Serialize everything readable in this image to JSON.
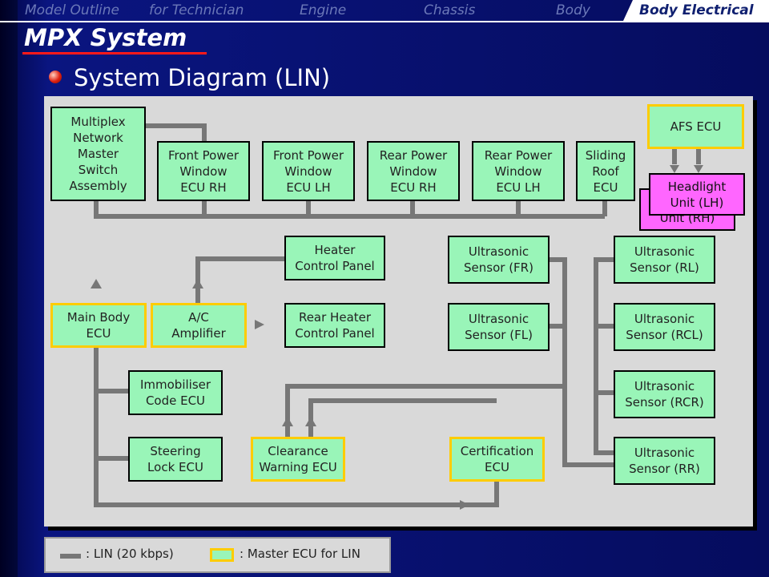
{
  "nav": {
    "items": [
      "Model Outline",
      "for Technician",
      "Engine",
      "Chassis",
      "Body"
    ],
    "active": "Body Electrical"
  },
  "page": {
    "title": "MPX System",
    "subtitle": "System Diagram (LIN)"
  },
  "diagram": {
    "boxes": {
      "multiplex": "Multiplex\nNetwork\nMaster\nSwitch\nAssembly",
      "fpw_rh": "Front Power\nWindow\nECU RH",
      "fpw_lh": "Front Power\nWindow\nECU LH",
      "rpw_rh": "Rear Power\nWindow\nECU RH",
      "rpw_lh": "Rear Power\nWindow\nECU LH",
      "sliding_roof": "Sliding\nRoof\nECU",
      "afs_ecu": "AFS ECU",
      "headlight_rh": "Headlight\nUnit (RH)",
      "headlight_lh": "Headlight\nUnit (LH)",
      "heater_panel": "Heater\nControl Panel",
      "rear_heater_panel": "Rear Heater\nControl Panel",
      "main_body_ecu": "Main Body\nECU",
      "ac_amplifier": "A/C\nAmplifier",
      "immobiliser": "Immobiliser\nCode ECU",
      "steering_lock": "Steering\nLock ECU",
      "clearance_warning": "Clearance\nWarning ECU",
      "certification": "Certification\nECU",
      "us_fr": "Ultrasonic\nSensor (FR)",
      "us_fl": "Ultrasonic\nSensor (FL)",
      "us_rl": "Ultrasonic\nSensor (RL)",
      "us_rcl": "Ultrasonic\nSensor (RCL)",
      "us_rcr": "Ultrasonic\nSensor (RCR)",
      "us_rr": "Ultrasonic\nSensor (RR)"
    }
  },
  "legend": {
    "lin": ": LIN (20 kbps)",
    "master": ": Master ECU for LIN"
  },
  "colors": {
    "ecu_fill": "#99f5b8",
    "master_border": "#ffcc00",
    "headlight_fill": "#ff66ff",
    "wire": "#777777",
    "title_underline": "#ff1a1a"
  }
}
